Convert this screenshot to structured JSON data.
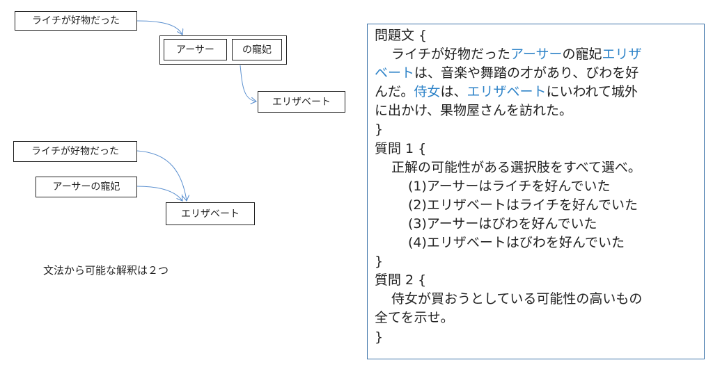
{
  "diagram1": {
    "modifier": "ライチが好物だった",
    "part_a": "アーサー",
    "part_b": "の寵妃",
    "target": "エリザベート"
  },
  "diagram2": {
    "modifier": "ライチが好物だった",
    "middle": "アーサーの寵妃",
    "target": "エリザベート"
  },
  "note": "文法から可能な解釈は２つ",
  "panel": {
    "problem_open": "問題文 {",
    "problem_l1": [
      {
        "t": "ライチが好物だった",
        "hl": false
      },
      {
        "t": "アーサー",
        "hl": true
      },
      {
        "t": "の寵妃",
        "hl": false
      },
      {
        "t": "エリザ",
        "hl": true
      }
    ],
    "problem_l2": [
      {
        "t": "ベート",
        "hl": true
      },
      {
        "t": "は、音楽や舞踏の才があり、びわを好",
        "hl": false
      }
    ],
    "problem_l3": [
      {
        "t": "んだ。",
        "hl": false
      },
      {
        "t": "侍女",
        "hl": true
      },
      {
        "t": "は、",
        "hl": false
      },
      {
        "t": "エリザベート",
        "hl": true
      },
      {
        "t": "にいわれて城外",
        "hl": false
      }
    ],
    "problem_l4": [
      {
        "t": "に出かけ、果物屋さんを訪れた。",
        "hl": false
      }
    ],
    "close1": "}",
    "q1_open": "質問  1 {",
    "q1_instruction": "正解の可能性がある選択肢をすべて選べ。",
    "q1_options": [
      "(1)アーサーはライチを好んでいた",
      "(2)エリザベートはライチを好んでいた",
      "(3)アーサーはびわを好んでいた",
      "(4)エリザベートはびわを好んでいた"
    ],
    "close2": "}",
    "q2_open": "質問 2 {",
    "q2_l1": "侍女が買おうとしている可能性の高いもの",
    "q2_l2": "全てを示せ。",
    "close3": "}"
  },
  "colors": {
    "arrow": "#5a8fcf",
    "highlight": "#2e83c8",
    "panel_border": "#3b72a8"
  }
}
